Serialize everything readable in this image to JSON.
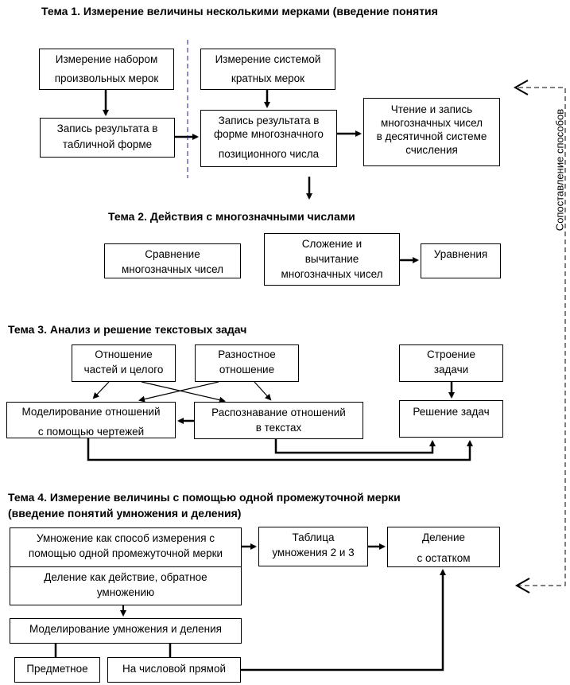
{
  "topic1": {
    "heading": "Тема 1. Измерение величины несколькими мерками (введение понятия",
    "box_arbitrary": [
      "Измерение набором",
      "произвольных мерок"
    ],
    "box_multiple": [
      "Измерение системой",
      "кратных мерок"
    ],
    "box_table": [
      "Запись результата  в",
      "табличной форме"
    ],
    "box_positional": [
      "Запись результата в",
      "форме многозначного",
      "позиционного числа"
    ],
    "box_reading": [
      "Чтение и запись",
      "многозначных чисел",
      "в десятичной системе",
      "счисления"
    ]
  },
  "topic2": {
    "heading": "Тема 2. Действия с многозначными числами",
    "box_compare": [
      "Сравнение",
      "многозначных чисел"
    ],
    "box_addsub": [
      "Сложение и",
      "вычитание",
      "многозначных чисел"
    ],
    "box_equations": [
      "Уравнения"
    ]
  },
  "topic3": {
    "heading": "Тема  3. Анализ и решение текстовых задач",
    "box_parts": [
      "Отношение",
      "частей и целого"
    ],
    "box_difference": [
      "Разностное",
      "отношение"
    ],
    "box_structure": [
      "Строение",
      "задачи"
    ],
    "box_modeling": [
      "Моделирование отношений",
      "с помощью чертежей"
    ],
    "box_recognition": [
      "Распознавание отношений",
      "в текстах"
    ],
    "box_solving": [
      "Решение задач"
    ]
  },
  "topic4": {
    "heading_line1": "Тема 4.  Измерение величины с помощью одной промежуточной мерки",
    "heading_line2": "(введение понятий умножения и деления)",
    "box_multiplication": [
      "Умножение как способ измерения с",
      "помощью одной промежуточной мерки"
    ],
    "box_division": [
      "Деление как действие, обратное",
      "умножению"
    ],
    "box_multtable": [
      "Таблица",
      "умножения 2 и 3"
    ],
    "box_remainder": [
      "Деление",
      "с остатком"
    ],
    "box_modeling_md": [
      "Моделирование умножения и деления"
    ],
    "box_objective": [
      "Предметное"
    ],
    "box_numberline": [
      "На числовой прямой"
    ]
  },
  "side_label": "Сопоставление способов"
}
